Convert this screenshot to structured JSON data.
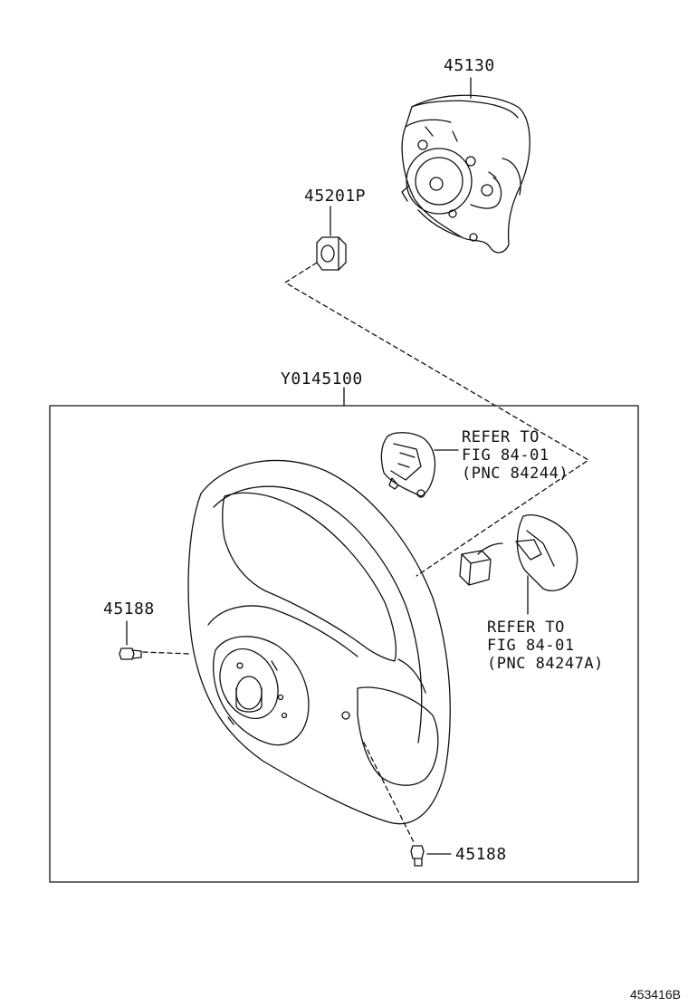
{
  "parts": {
    "airbag": "45130",
    "nut": "45201P",
    "wheel": "Y0145100",
    "screw_left": "45188",
    "screw_bottom": "45188"
  },
  "refs": {
    "switch_upper": [
      "REFER TO",
      "FIG 84-01",
      "(PNC 84244)"
    ],
    "switch_lower": [
      "REFER TO",
      "FIG 84-01",
      "(PNC 84247A)"
    ]
  },
  "figure_id": "453416B"
}
